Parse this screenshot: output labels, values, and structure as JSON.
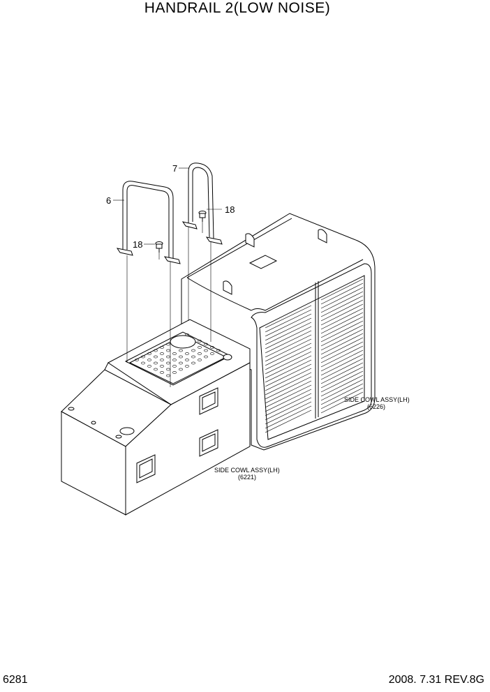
{
  "title": "HANDRAIL 2(LOW NOISE)",
  "page_number": "6281",
  "revision": "2008. 7.31  REV.8G",
  "callouts": {
    "part_6": "6",
    "part_7": "7",
    "part_18_left": "18",
    "part_18_right": "18"
  },
  "refs": {
    "cowl_6226_name": "SIDE COWL ASSY(LH)",
    "cowl_6226_no": "(6226)",
    "cowl_6221_name": "SIDE COWL ASSY(LH)",
    "cowl_6221_no": "(6221)"
  }
}
